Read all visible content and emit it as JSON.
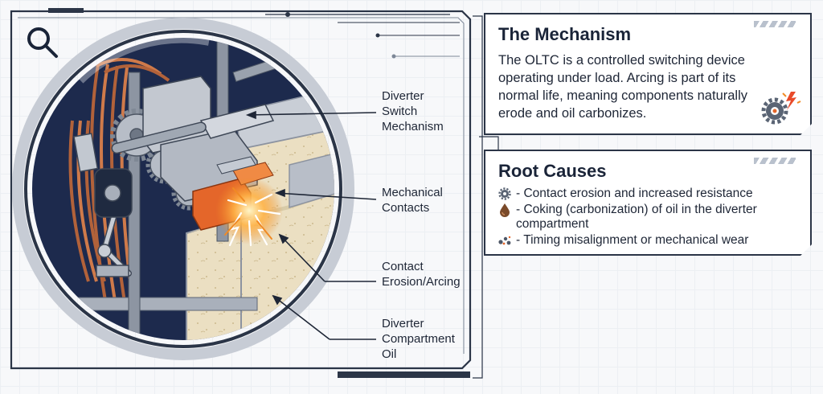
{
  "colors": {
    "navy": "#1d2a4d",
    "copper": "#c26b3c",
    "spark": "#f08a24",
    "oil": "#e8dcc0",
    "frame": "#2b3547"
  },
  "callouts": {
    "diverter_switch": "Diverter\nSwitch\nMechanism",
    "contacts": "Mechanical\nContacts",
    "erosion": "Contact\nErosion/Arcing",
    "oil": "Diverter\nCompartment\nOil"
  },
  "mechanism": {
    "title": "The Mechanism",
    "body": "The OLTC is a controlled switching device operating under load. Arcing is part of its normal life, meaning components naturally erode and oil carbonizes.",
    "icon": "gear-spark-icon"
  },
  "root_causes": {
    "title": "Root Causes",
    "items": [
      {
        "icon": "gear-icon",
        "text": "- Contact erosion and increased resistance"
      },
      {
        "icon": "oil-drop-icon",
        "text": "- Coking (carbonization) of oil in the diverter compartment"
      },
      {
        "icon": "particles-icon",
        "text": "- Timing misalignment or mechanical wear"
      }
    ]
  },
  "icons": {
    "magnifier": "magnifier-icon"
  }
}
